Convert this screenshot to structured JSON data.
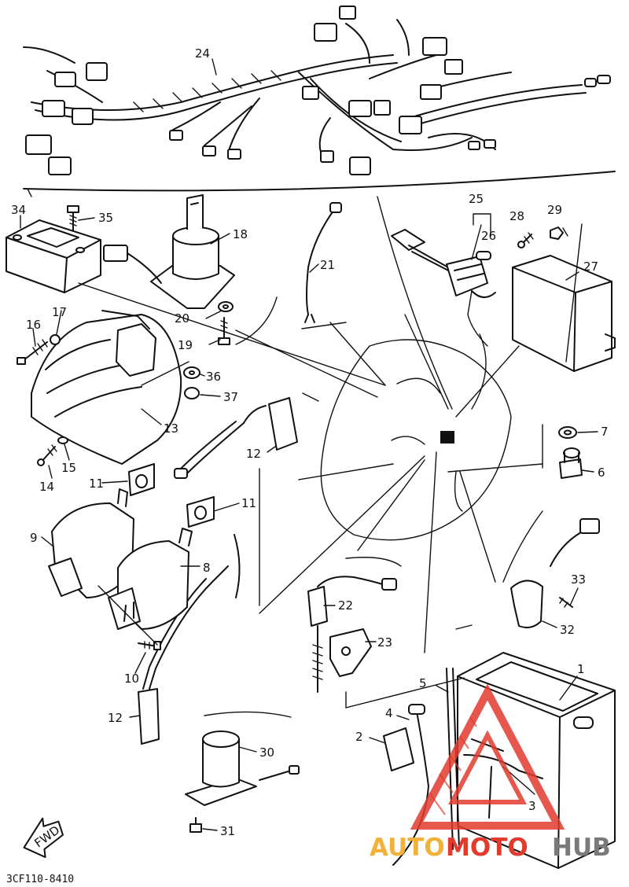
{
  "callouts": {
    "c1": "1",
    "c2": "2",
    "c3": "3",
    "c4": "4",
    "c5": "5",
    "c6": "6",
    "c7": "7",
    "c8": "8",
    "c9": "9",
    "c10": "10",
    "c11a": "11",
    "c11b": "11",
    "c12a": "12",
    "c12b": "12",
    "c13": "13",
    "c14": "14",
    "c15": "15",
    "c16": "16",
    "c17": "17",
    "c18": "18",
    "c19": "19",
    "c20": "20",
    "c21": "21",
    "c22": "22",
    "c23": "23",
    "c24": "24",
    "c25": "25",
    "c26": "26",
    "c27": "27",
    "c28": "28",
    "c29": "29",
    "c30": "30",
    "c31": "31",
    "c32": "32",
    "c33": "33",
    "c34": "34",
    "c35": "35",
    "c36": "36",
    "c37": "37"
  },
  "diagram_code": "3CF110-8410",
  "forward_arrow": {
    "label": "FWD"
  },
  "watermark": {
    "word_auto": "AUTO",
    "word_moto": "MOTO",
    "word_hub": "HUB",
    "color_primary": "#e23b2e",
    "color_secondary": "#f2b23a"
  }
}
